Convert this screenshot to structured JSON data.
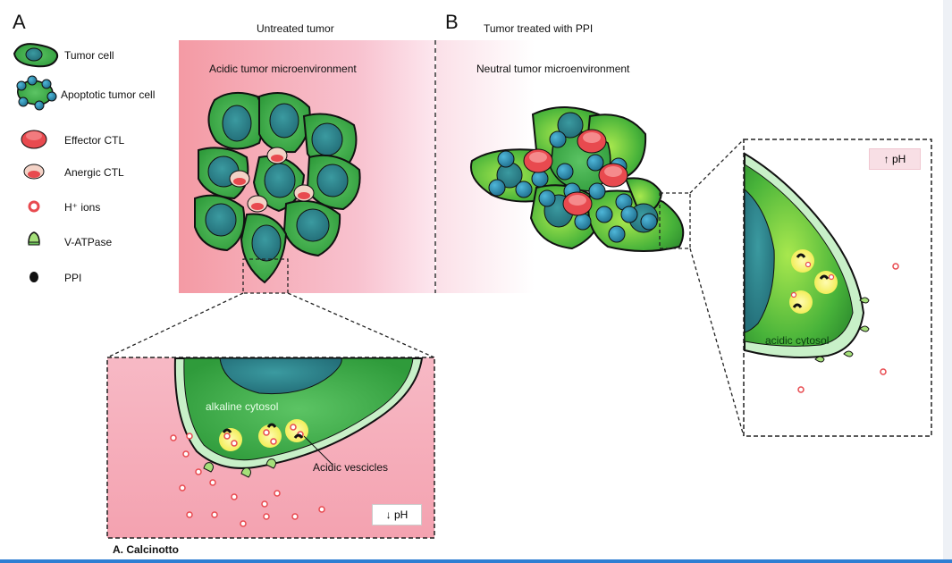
{
  "panels": {
    "a_letter": "A",
    "b_letter": "B",
    "a_title": "Untreated tumor",
    "b_title": "Tumor treated with PPI",
    "a_env": "Acidic tumor microenvironment",
    "b_env": "Neutral tumor microenvironment"
  },
  "legend": {
    "items": [
      {
        "label": "Tumor cell",
        "icon": "tumor-cell-icon"
      },
      {
        "label": "Apoptotic tumor cell",
        "icon": "apoptotic-cell-icon"
      },
      {
        "label": "Effector CTL",
        "icon": "effector-ctl-icon"
      },
      {
        "label": "Anergic CTL",
        "icon": "anergic-ctl-icon"
      },
      {
        "label": "H⁺ ions",
        "icon": "h-ion-icon"
      },
      {
        "label": "V-ATPase",
        "icon": "v-atpase-icon"
      },
      {
        "label": "PPI",
        "icon": "ppi-icon"
      }
    ]
  },
  "zoom_a": {
    "cytosol_label": "alkaline cytosol",
    "vesicle_label": "Acidic vescicles",
    "ph_label": "↓ pH"
  },
  "zoom_b": {
    "cytosol_label": "acidic cytosol",
    "ph_label": "↑ pH"
  },
  "credit": "A. Calcinotto",
  "colors": {
    "acidic_pink": "#f59aa6",
    "cell_green": "#3fb54a",
    "nucleus_teal": "#2a7f86",
    "ctl_red": "#e84a4f",
    "membrane_light_green": "#bfe8c2"
  }
}
